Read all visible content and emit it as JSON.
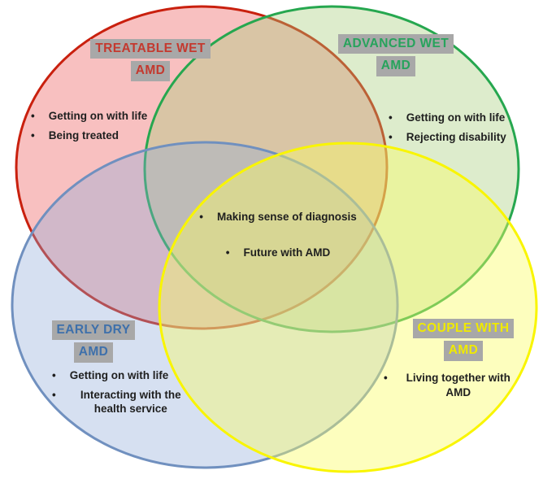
{
  "background_color": "#ffffff",
  "title_highlight_color": "#a8a8a8",
  "bullet_text_color": "#1f1f1f",
  "bullet_glyph": "•",
  "circles": {
    "treatable_wet": {
      "label_line1": "TREATABLE WET",
      "label_line2": "AMD",
      "text_color": "#c4392f",
      "stroke_color": "#c9200e",
      "fill_color": "#eb4b4b",
      "items": [
        "Getting on with life",
        "Being treated"
      ]
    },
    "advanced_wet": {
      "label_line1": "ADVANCED WET",
      "label_line2": "AMD",
      "text_color": "#27a35c",
      "stroke_color": "#26a74f",
      "fill_color": "#a5cd78",
      "items": [
        "Getting on with life",
        "Rejecting disability"
      ]
    },
    "early_dry": {
      "label_line1": "EARLY DRY",
      "label_line2": "AMD",
      "text_color": "#3e70ab",
      "stroke_color": "#7090bf",
      "fill_color": "#8caad7",
      "items": [
        "Getting on with life",
        "Interacting with the health service"
      ]
    },
    "couple_with_amd": {
      "label_line1": "COUPLE WITH",
      "label_line2": "AMD",
      "text_color": "#f0ea00",
      "stroke_color": "#f9f500",
      "fill_color": "#fafc64",
      "items": [
        "Living together with AMD"
      ]
    }
  },
  "center_overlap": {
    "items": [
      "Making sense of diagnosis",
      "Future with AMD"
    ]
  }
}
